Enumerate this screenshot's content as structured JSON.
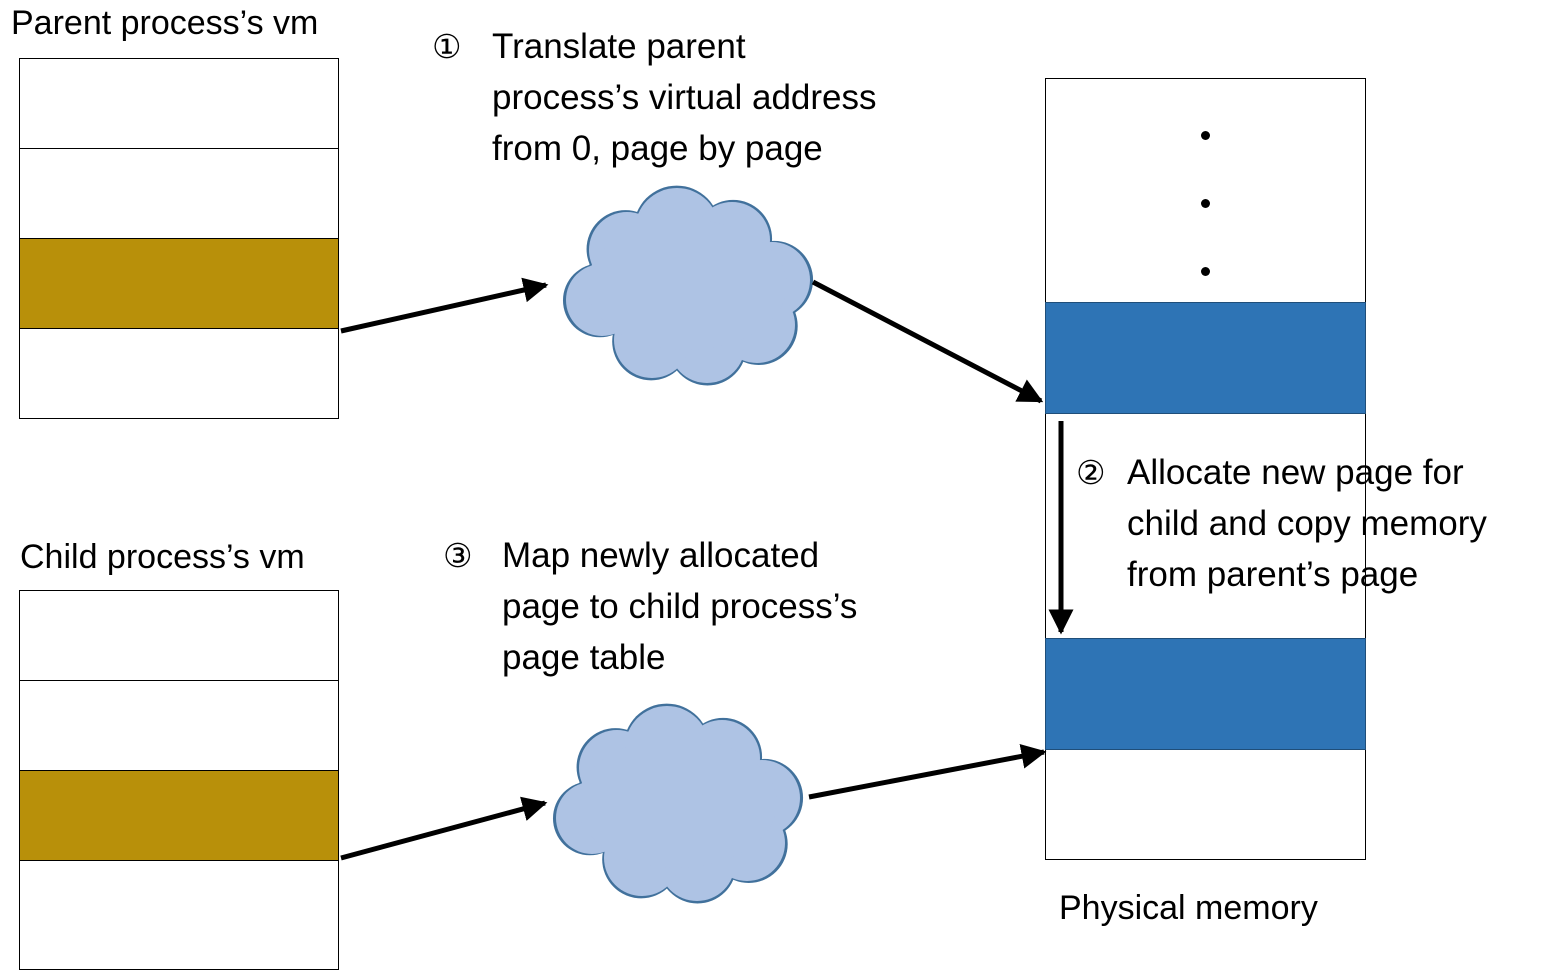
{
  "parent_vm": {
    "title": "Parent process’s vm",
    "page_count": 4,
    "highlighted_page": 3,
    "highlight_color": "#b8900a"
  },
  "child_vm": {
    "title": "Child process’s vm",
    "page_count": 4,
    "highlighted_page": 3,
    "highlight_color": "#b8900a"
  },
  "physical_memory": {
    "title": "Physical memory",
    "page_color": "#2e74b5",
    "ellipsis_dots": 3
  },
  "steps": [
    {
      "number": "①",
      "lines": [
        "Translate parent",
        "process’s virtual address",
        "from 0, page by page"
      ]
    },
    {
      "number": "②",
      "lines": [
        "Allocate new page for",
        "child and copy memory",
        "from parent’s page"
      ]
    },
    {
      "number": "③",
      "lines": [
        "Map newly allocated",
        "page to child process’s",
        "page table"
      ]
    }
  ],
  "colors": {
    "cloud_fill": "#aec3e4",
    "cloud_stroke": "#41719c",
    "arrow": "#000000"
  },
  "icons": [
    "cloud-icon",
    "arrow-icon"
  ]
}
